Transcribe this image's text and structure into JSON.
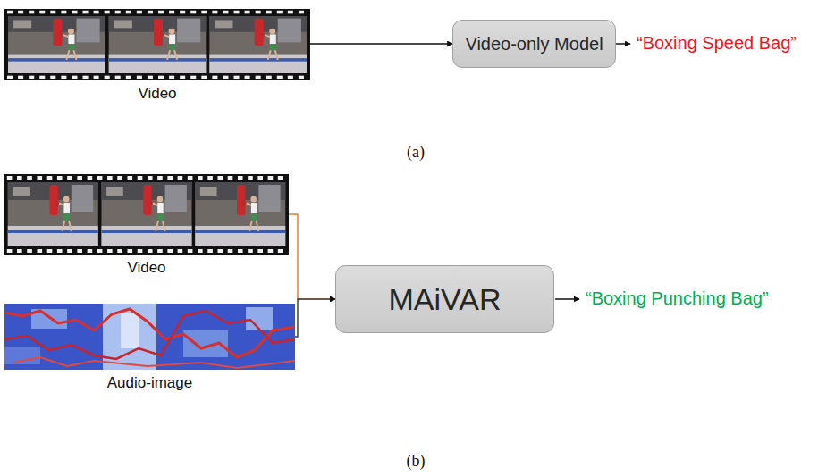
{
  "diagram": {
    "nodes": [
      {
        "text": [
          "Video"
        ]
      },
      {
        "text": [
          "Video-only Model"
        ]
      },
      {
        "text": [
          "Video"
        ]
      },
      {
        "text": [
          "Audio-image"
        ]
      },
      {
        "text": [
          "MAiVAR"
        ]
      }
    ],
    "edges": [
      {
        "from": 0,
        "to": 1,
        "arrow": "to"
      },
      {
        "from": 2,
        "to": 4,
        "arrow": "to"
      },
      {
        "from": 3,
        "to": 4,
        "arrow": "to"
      }
    ],
    "labels": [
      "“Boxing Speed Bag”",
      "(a)",
      "“Boxing Punching Bag”",
      "(b)"
    ]
  }
}
